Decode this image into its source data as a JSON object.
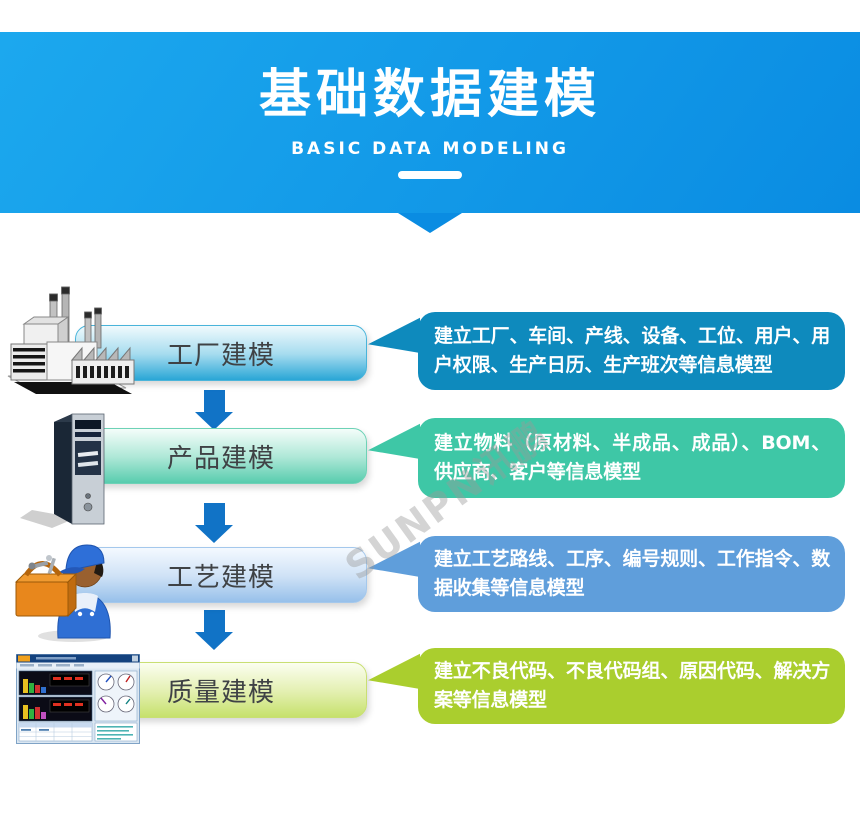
{
  "header": {
    "title": "基础数据建模",
    "subtitle": "BASIC DATA MODELING"
  },
  "watermark": "SUNPN讯鹏",
  "colors": {
    "banner_top": "#1ca8ee",
    "banner_bottom": "#0a8ce2",
    "arrow": "#1173c6",
    "pill_label": "#3f4245",
    "bubble_text": "#ffffff"
  },
  "rows": [
    {
      "icon": "factory-icon",
      "label": "工厂建模",
      "description": "建立工厂、车间、产线、设备、工位、用户、用户权限、生产日历、生产班次等信息模型",
      "color": "#0e8abd",
      "pill": {
        "top": "#f0fafd",
        "mid": "#a6dcef",
        "bottom": "#2aa6d6",
        "border": "#49b4da"
      }
    },
    {
      "icon": "computer-icon",
      "label": "产品建模",
      "description": "建立物料（原材料、半成品、成品）、BOM、供应商、客户等信息模型",
      "color": "#3ec7a6",
      "pill": {
        "top": "#f4fdfa",
        "mid": "#aee8d7",
        "bottom": "#58ccae",
        "border": "#6dd2b6"
      }
    },
    {
      "icon": "worker-icon",
      "label": "工艺建模",
      "description": "建立工艺路线、工序、编号规则、工作指令、数据收集等信息模型",
      "color": "#5f9edb",
      "pill": {
        "top": "#f4f9ff",
        "mid": "#cfe2f6",
        "bottom": "#97c0ea",
        "border": "#a4c8ec"
      }
    },
    {
      "icon": "quality-dashboard-icon",
      "label": "质量建模",
      "description": "建立不良代码、不良代码组、原因代码、解决方案等信息模型",
      "color": "#aace2e",
      "pill": {
        "top": "#fbfef0",
        "mid": "#e4f0b2",
        "bottom": "#c6e16c",
        "border": "#c9df73"
      }
    }
  ]
}
